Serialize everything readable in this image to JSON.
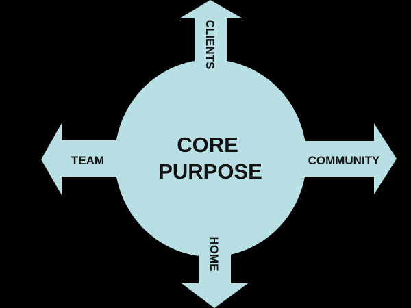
{
  "diagram": {
    "title": "Core Purpose",
    "center": {
      "line1": "CORE",
      "line2": "PURPOSE"
    },
    "arrows": {
      "top": "CLIENTS",
      "bottom": "HOME",
      "left": "TEAM",
      "right": "COMMUNITY"
    },
    "colors": {
      "background": "#000000",
      "shape_fill": "#b8e0e4",
      "text": "#111111"
    }
  }
}
